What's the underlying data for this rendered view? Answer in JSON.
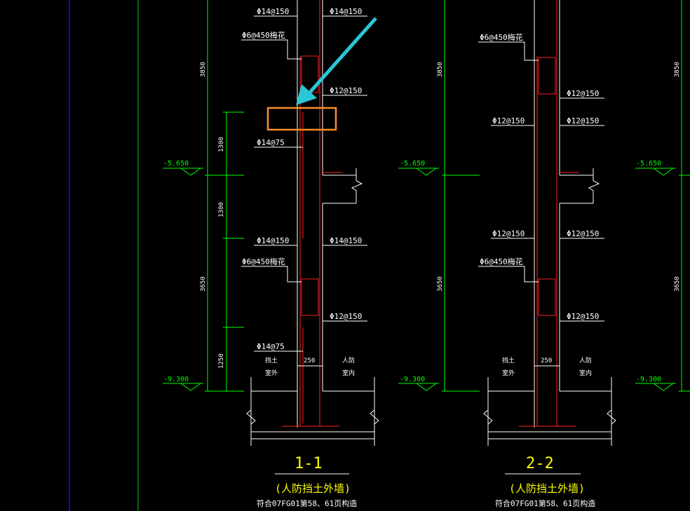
{
  "colors": {
    "background": "#000000",
    "outline": "#ffffff",
    "rebar": "#ff2020",
    "level": "#00ff00",
    "title": "#ffff00",
    "frame_line": "#1010ff",
    "highlight_box": "#ff8c2a",
    "pointer_arrow": "#29c6d6"
  },
  "icons": {
    "pointer": "pointer-arrow-icon",
    "highlight": "highlight-box"
  },
  "section_1": {
    "title": "1-1",
    "subtitle": "(人防挡土外墙)",
    "note": "符合07FG01第58、61页构造",
    "rebar_labels": {
      "top_left": "Φ14@150",
      "top_right": "Φ14@150",
      "tie_top": "Φ6@450梅花",
      "right_upper": "Φ12@150",
      "left_add_upper": "Φ14@75",
      "mid_left": "Φ14@150",
      "mid_right": "Φ14@150",
      "tie_bottom": "Φ6@450梅花",
      "right_lower": "Φ12@150",
      "left_add_lower": "Φ14@75"
    },
    "dims": {
      "upper": "3850",
      "add_upper_a": "1300",
      "add_upper_b": "1300",
      "lower": "3650",
      "add_lower": "1250",
      "wall_thickness": "250"
    },
    "levels": {
      "upper": "-5.650",
      "lower": "-9.300"
    },
    "side_labels": {
      "left": "挡土\n室外",
      "right": "人防\n室内"
    }
  },
  "section_2": {
    "title": "2-2",
    "subtitle": "(人防挡土外墙)",
    "note": "符合07FG01第58、61页构造",
    "rebar_labels": {
      "tie_top": "Φ6@450梅花",
      "right_upper_1": "Φ12@150",
      "left_upper": "Φ12@150",
      "right_upper_2": "Φ12@150",
      "mid_left": "Φ12@150",
      "mid_right": "Φ12@150",
      "tie_bottom": "Φ6@450梅花",
      "right_lower": "Φ12@150"
    },
    "dims": {
      "upper": "3850",
      "lower": "3650",
      "wall_thickness": "250"
    },
    "levels": {
      "upper": "-5.650",
      "lower": "-9.300"
    },
    "side_labels": {
      "left": "挡土\n室外",
      "right": "人防\n室内"
    }
  },
  "section_3": {
    "dims": {
      "upper": "3850",
      "lower": "3650"
    },
    "levels": {
      "upper": "-5.650",
      "lower": "-9.300"
    }
  }
}
